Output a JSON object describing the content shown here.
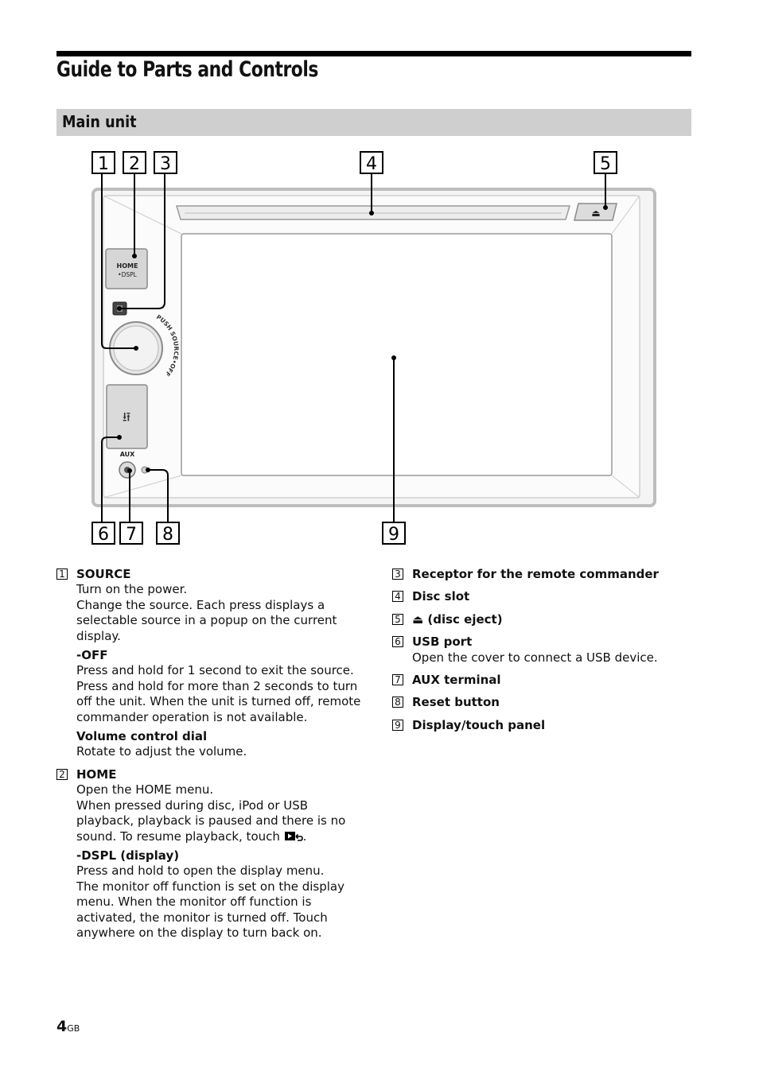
{
  "page": {
    "title": "Guide to Parts and Controls",
    "section": "Main unit",
    "page_number": "4",
    "page_suffix": "GB"
  },
  "diagram": {
    "callouts": [
      "1",
      "2",
      "3",
      "4",
      "5",
      "6",
      "7",
      "8",
      "9"
    ],
    "button_home": "HOME",
    "button_dspl": "•DSPL",
    "knob_text": "PUSH SOURCE•OFF",
    "aux_label": "AUX",
    "eject_symbol": "⏏",
    "usb_symbol": "⭿"
  },
  "left_items": [
    {
      "num": "1",
      "title": "SOURCE",
      "lines": [
        "Turn on the power.",
        "Change the source. Each press displays a",
        "selectable source in a popup on the current",
        "display."
      ],
      "sub1_title": "-OFF",
      "sub1_lines": [
        "Press and hold for 1 second to exit the source.",
        "Press and hold for more than 2 seconds to turn",
        "off the unit. When the unit is turned off, remote",
        "commander operation is not available."
      ],
      "sub2_title": "Volume control dial",
      "sub2_lines": [
        "Rotate to adjust the volume."
      ]
    },
    {
      "num": "2",
      "title": "HOME",
      "lines": [
        "Open the HOME menu.",
        "When pressed during disc, iPod or USB",
        "playback, playback is paused and there is no",
        "sound. To resume playback, touch"
      ],
      "end_punct": ".",
      "sub1_title": "-DSPL (display)",
      "sub1_lines": [
        "Press and hold to open the display menu.",
        "The monitor off function is set on the display",
        "menu. When the monitor off function is",
        "activated, the monitor is turned off. Touch",
        "anywhere on the display to turn back on."
      ]
    }
  ],
  "right_items": [
    {
      "num": "3",
      "title": "Receptor for the remote commander"
    },
    {
      "num": "4",
      "title": "Disc slot"
    },
    {
      "num": "5",
      "title": "⏏ (disc eject)"
    },
    {
      "num": "6",
      "title": "USB port",
      "desc": "Open the cover to connect a USB device."
    },
    {
      "num": "7",
      "title": "AUX terminal"
    },
    {
      "num": "8",
      "title": "Reset button"
    },
    {
      "num": "9",
      "title": "Display/touch panel"
    }
  ]
}
